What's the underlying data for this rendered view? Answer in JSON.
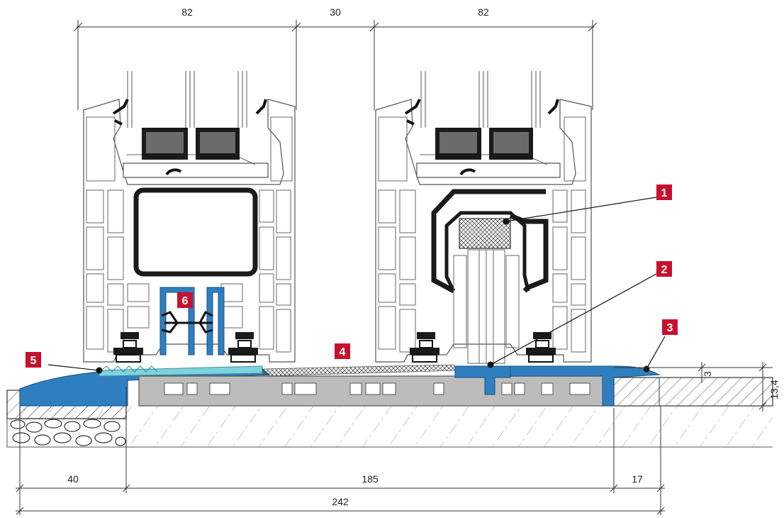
{
  "dimensions": {
    "top_left": "82",
    "top_middle": "30",
    "top_right": "82",
    "bottom_left": "40",
    "bottom_middle": "185",
    "bottom_right": "17",
    "bottom_total": "242",
    "side_height": "13,4",
    "small_step": "3"
  },
  "callouts": [
    "1",
    "2",
    "3",
    "4",
    "5",
    "6"
  ],
  "colors": {
    "badge": "#c8102e",
    "threshold_blue": "#2f7fc0",
    "threshold_light": "#7fd3dc",
    "profile_grey": "#bcbcbc",
    "reinforcement": "#1a1a1a",
    "glass_spacer": "#6b6b6b"
  }
}
